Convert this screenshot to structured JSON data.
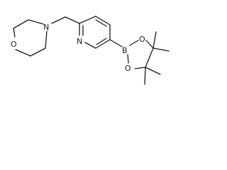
{
  "molecule": {
    "atoms": {
      "morpholine_o": "O",
      "morpholine_n": "N",
      "pyridine_n": "N",
      "boron": "B",
      "boronate_o1": "O",
      "boronate_o2": "O"
    }
  },
  "colors": {
    "bond": "#1a1a1a",
    "background": "#ffffff"
  }
}
